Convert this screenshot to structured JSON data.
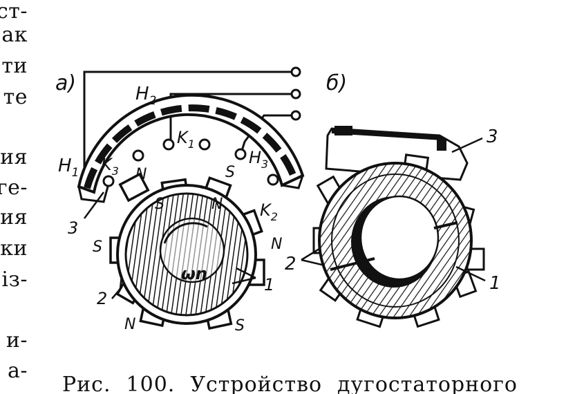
{
  "left_fragments": [
    "ст-",
    "ак",
    "ти",
    "те",
    "ия",
    "ге-",
    "ия",
    "ки",
    "із-",
    "и-",
    "а-"
  ],
  "caption": {
    "parts": [
      "Рис.",
      "100.",
      "Устройство",
      "дугостаторного"
    ]
  },
  "figure_a": {
    "label": "а)",
    "terminals": {
      "H1": {
        "letter": "H",
        "sub": "1"
      },
      "H2": {
        "letter": "H",
        "sub": "2"
      },
      "H3": {
        "letter": "H",
        "sub": "3"
      },
      "K1": {
        "letter": "K",
        "sub": "1"
      },
      "K2": {
        "letter": "K",
        "sub": "2"
      },
      "K3": {
        "letter": "K",
        "sub": "3"
      }
    },
    "arc_poles": [
      "N",
      "S"
    ],
    "rotor_poles": [
      "S",
      "N",
      "N",
      "S",
      "N",
      "S"
    ],
    "rotor_label": "ωn",
    "callouts": [
      "3",
      "2",
      "1"
    ]
  },
  "figure_b": {
    "label": "б)",
    "callouts": [
      "3",
      "2",
      "1"
    ]
  }
}
